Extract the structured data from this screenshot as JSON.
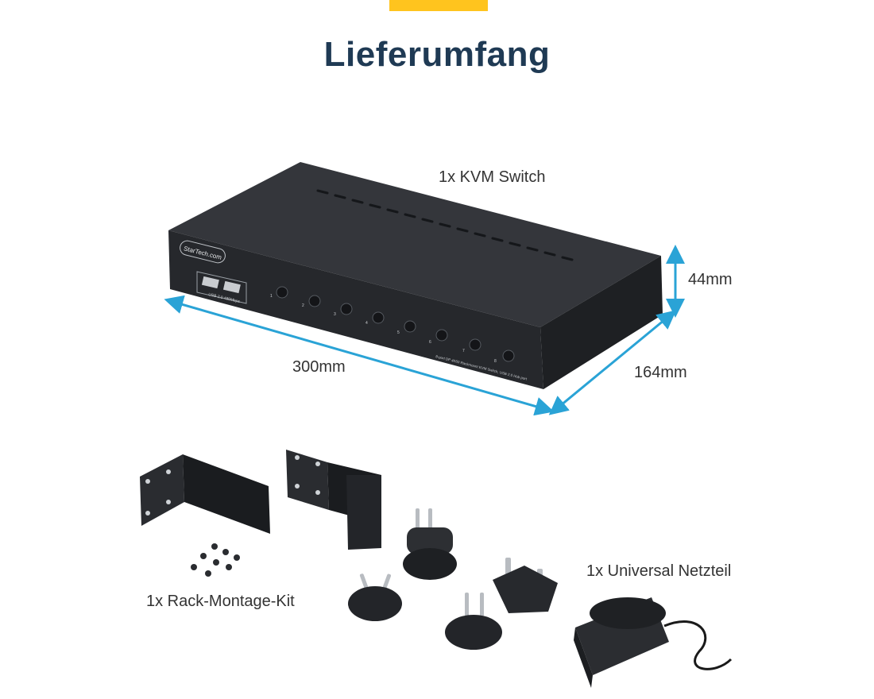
{
  "title": "Lieferumfang",
  "colors": {
    "accent": "#ffc41e",
    "title": "#1f3a54",
    "dimension_line": "#2aa3d6",
    "device": "#2b2d31"
  },
  "items": {
    "kvm_switch": "1x KVM Switch",
    "rack_kit": "1x Rack-Montage-Kit",
    "power_supply": "1x Universal Netzteil"
  },
  "dimensions": {
    "width": "300mm",
    "depth": "164mm",
    "height": "44mm"
  },
  "device": {
    "brand": "StarTech.com",
    "usb_label": "USB 2.0 480Mbps",
    "model_text": "8-port DP 4K60 Rackmount KVM Switch, USB 2.0 Hub port",
    "port_numbers": [
      "1",
      "2",
      "3",
      "4",
      "5",
      "6",
      "7",
      "8"
    ]
  }
}
